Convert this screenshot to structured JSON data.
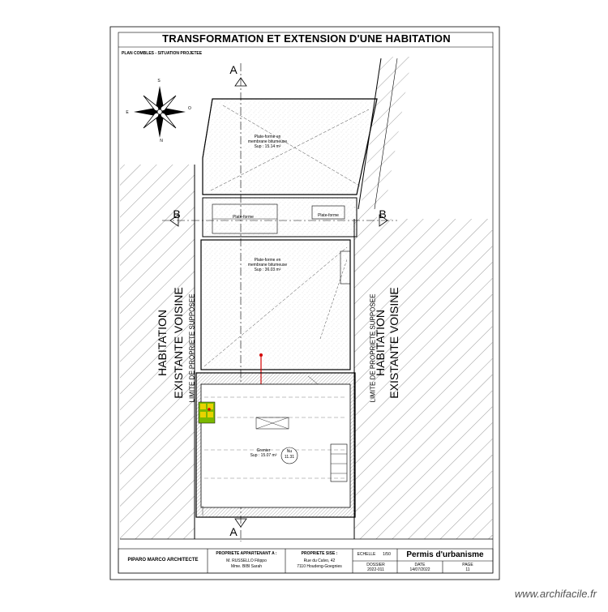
{
  "title": "TRANSFORMATION ET EXTENSION D'UNE HABITATION",
  "subtitle": "PLAN COMBLES - SITUATION PROJETEE",
  "compass": {
    "n": "N",
    "s": "S",
    "e": "E",
    "o": "O"
  },
  "sections": {
    "a_top": "A",
    "a_bottom": "A",
    "b_left": "B",
    "b_right": "B"
  },
  "left_neighbor": {
    "line1": "HABITATION",
    "line2": "EXISTANTE VOISINE",
    "limit": "LIMITE DE PROPRIETE SUPPOSEE"
  },
  "right_neighbor": {
    "line1": "HABITATION",
    "line2": "EXISTANTE VOISINE",
    "limit": "LIMITE DE PROPRIETE SUPPOSEE"
  },
  "roof_labels": {
    "upper": [
      "Plate-forme en",
      "membrane bitumeuse",
      "Sup : 15.14 m²"
    ],
    "lower": [
      "Plate-forme en",
      "membrane bitumeuse",
      "Sup : 36.03 m²"
    ],
    "mid_left": "Plate-forme",
    "mid_right": "Plate-forme"
  },
  "room": {
    "name": "Grenier",
    "area": "Sup : 15.07 m²",
    "tag_line1": "Nu",
    "tag_line2": "11.31"
  },
  "title_block": {
    "architect": "PIPARO MARCO ARCHITECTE",
    "owner_label": "PROPRIETE APPARTENANT A :",
    "owner1": "M. RUSSELLO Filippo",
    "owner2": "Mme. BIBI Sarah",
    "site_label": "PROPRIETE SISE :",
    "site1": "Rue du Calvo, 42",
    "site2": "7110 Houdeng-Goegnies",
    "scale_label": "ECHELLE",
    "scale": "1/50",
    "permit": "Permis d'urbanisme",
    "dossier_label": "DOSSIER",
    "dossier": "2022-011",
    "date_label": "DATE",
    "date": "14/07/2022",
    "page_label": "PAGE",
    "page": "11"
  },
  "watermark": "www.archifacile.fr",
  "colors": {
    "line": "#000000",
    "hatch": "#9a9a9a",
    "red": "#d40000",
    "green": "#7ab800",
    "yellow": "#e8d200"
  }
}
